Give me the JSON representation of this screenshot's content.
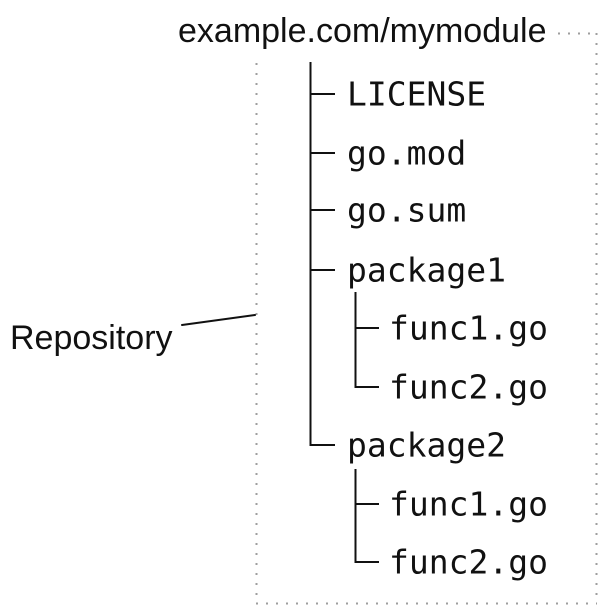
{
  "title": {
    "text": "example.com/mymodule"
  },
  "annotation": {
    "label": "Repository"
  },
  "tree": {
    "items": [
      {
        "label": "LICENSE",
        "type": "file"
      },
      {
        "label": "go.mod",
        "type": "file"
      },
      {
        "label": "go.sum",
        "type": "file"
      },
      {
        "label": "package1",
        "type": "directory",
        "children": [
          {
            "label": "func1.go",
            "type": "file"
          },
          {
            "label": "func2.go",
            "type": "file"
          }
        ]
      },
      {
        "label": "package2",
        "type": "directory",
        "children": [
          {
            "label": "func1.go",
            "type": "file"
          },
          {
            "label": "func2.go",
            "type": "file"
          }
        ]
      }
    ]
  },
  "colors": {
    "line": "#111111",
    "dotted_border": "#9e9e9e",
    "text": "#111111",
    "background": "#ffffff"
  }
}
